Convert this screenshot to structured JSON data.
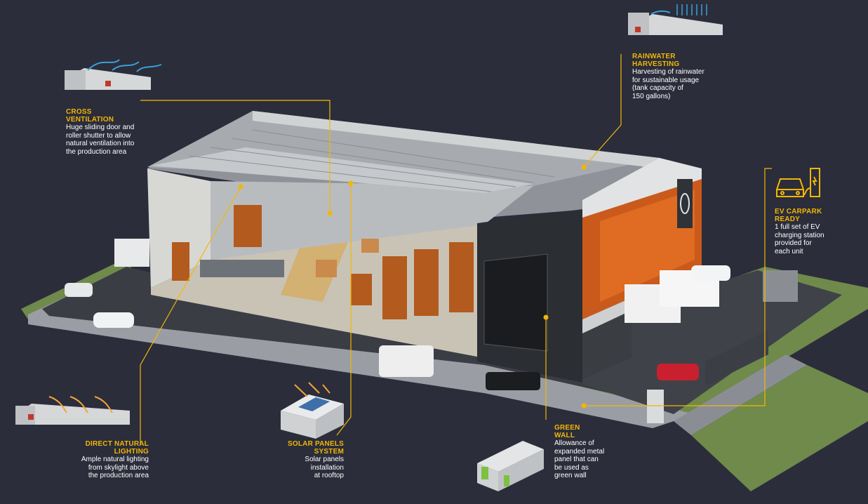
{
  "features": {
    "cross_ventilation": {
      "title": "CROSS\nVENTILATION",
      "desc": "Huge sliding door and\nroller shutter to allow\nnatural ventilation into\nthe production area",
      "icon": "cross-ventilation-icon"
    },
    "rainwater_harvesting": {
      "title": "RAINWATER\nHARVESTING",
      "desc": "Harvesting of rainwater\nfor sustainable usage\n(tank capacity of\n150 gallons)",
      "icon": "rainwater-icon"
    },
    "ev_carpark": {
      "title": "EV CARPARK\nREADY",
      "desc": "1 full set of EV\ncharging station\nprovided for\neach unit",
      "icon": "ev-charger-icon"
    },
    "direct_lighting": {
      "title": "DIRECT NATURAL\nLIGHTING",
      "desc": "Ample natural lighting\nfrom skylight above\nthe production area",
      "icon": "natural-lighting-icon"
    },
    "solar_panels": {
      "title": "SOLAR PANELS\nSYSTEM",
      "desc": "Solar panels\ninstallation\nat rooftop",
      "icon": "solar-panel-icon"
    },
    "green_wall": {
      "title": "GREEN\nWALL",
      "desc": "Allowance of\nexpanded metal\npanel that can\nbe used as\ngreen wall",
      "icon": "green-wall-icon"
    }
  },
  "colors": {
    "background": "#2b2d3b",
    "accent": "#f2b705",
    "text": "#ffffff"
  }
}
